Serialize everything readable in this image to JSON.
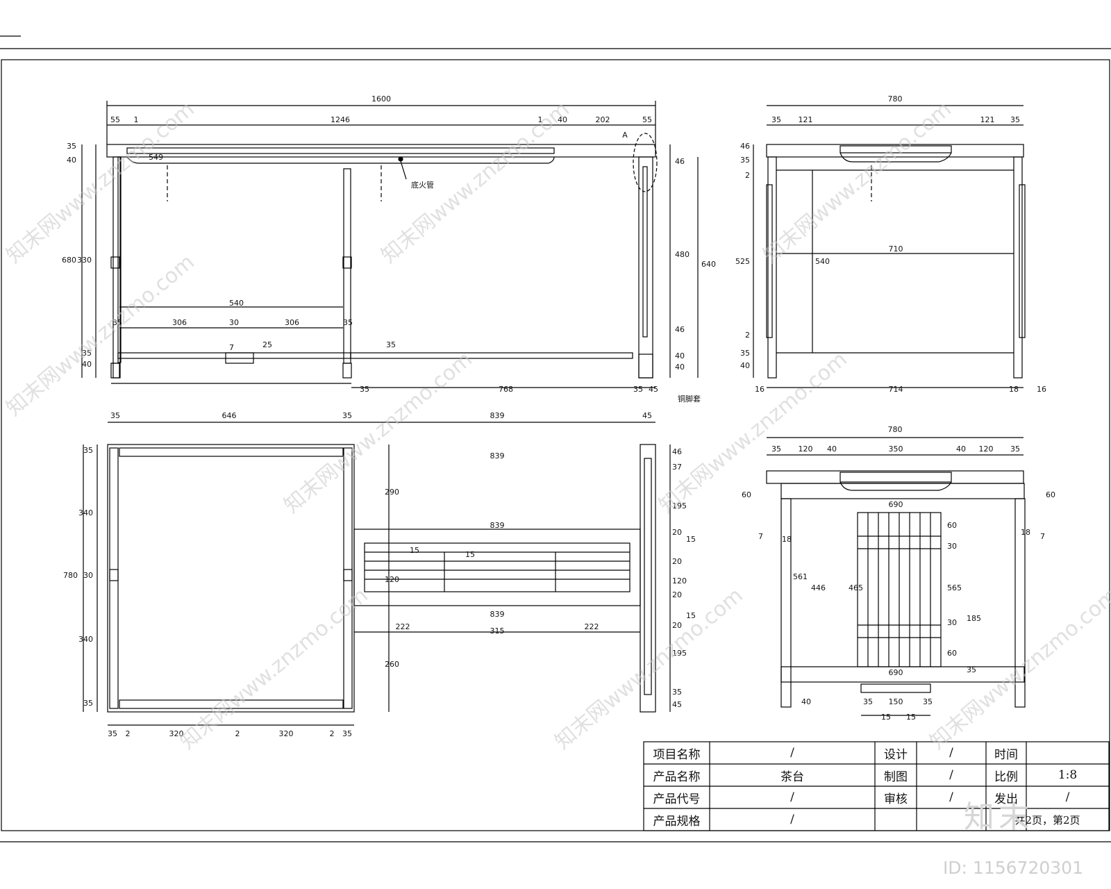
{
  "drawing": {
    "dims": {
      "front_total": "1600",
      "front_seg": [
        "55",
        "1",
        "1246",
        "1",
        "40",
        "202",
        "55"
      ],
      "section_mark": "A",
      "note_fire": "底火管",
      "note_foot": "铜脚套",
      "front_left": [
        "35",
        "40",
        "330",
        "680",
        "40",
        "35"
      ],
      "front_right": [
        "46",
        "480",
        "46",
        "40",
        "40",
        "640"
      ],
      "front_inner": [
        "549",
        "35",
        "306",
        "30",
        "306",
        "35",
        "7",
        "25",
        "35",
        "540"
      ],
      "front_bottom": [
        "35",
        "768",
        "35",
        "45"
      ],
      "side_total": "780",
      "side_seg": [
        "35",
        "121",
        "121",
        "35"
      ],
      "side_left": [
        "46",
        "35",
        "2",
        "525",
        "2",
        "35",
        "40"
      ],
      "side_inner": [
        "540",
        "710"
      ],
      "side_bottom": [
        "16",
        "714",
        "18",
        "16"
      ],
      "plan_top": [
        "35",
        "646",
        "35",
        "839",
        "45"
      ],
      "plan_left": [
        "35",
        "340",
        "30",
        "780",
        "340",
        "35"
      ],
      "plan_bottom": [
        "35",
        "2",
        "320",
        "2",
        "320",
        "2",
        "35"
      ],
      "plan_mid": [
        "839",
        "839",
        "839",
        "15",
        "15",
        "290",
        "120",
        "260"
      ],
      "plan_right": [
        "46",
        "37",
        "195",
        "20",
        "15",
        "20",
        "120",
        "20",
        "15",
        "20",
        "195",
        "35",
        "45"
      ],
      "plan_low": [
        "222",
        "315",
        "222"
      ],
      "sect_total": "780",
      "sect_seg": [
        "35",
        "120",
        "40",
        "350",
        "40",
        "120",
        "35"
      ],
      "sect_side": [
        "60",
        "60",
        "7",
        "18",
        "18",
        "7"
      ],
      "sect_inner": [
        "690",
        "561",
        "446",
        "465",
        "60",
        "30",
        "565",
        "185",
        "30",
        "60",
        "35",
        "690",
        "40"
      ],
      "sect_bottom": [
        "35",
        "150",
        "35",
        "15",
        "15"
      ]
    },
    "title_block": {
      "project_label": "项目名称",
      "project_value": "/",
      "product_label": "产品名称",
      "product_value": "茶台",
      "code_label": "产品代号",
      "code_value": "/",
      "spec_label": "产品规格",
      "spec_value": "/",
      "design_label": "设计",
      "design_value": "/",
      "draw_label": "制图",
      "draw_value": "/",
      "review_label": "审核",
      "review_value": "/",
      "time_label": "时间",
      "time_value": "",
      "scale_label": "比例",
      "scale_value": "1:8",
      "issue_label": "发出",
      "issue_value": "/",
      "page_value": "共2页，第2页"
    },
    "watermark_text": "知末网www.znzmo.com",
    "brand": "知末",
    "asset_id": "ID: 1156720301"
  }
}
